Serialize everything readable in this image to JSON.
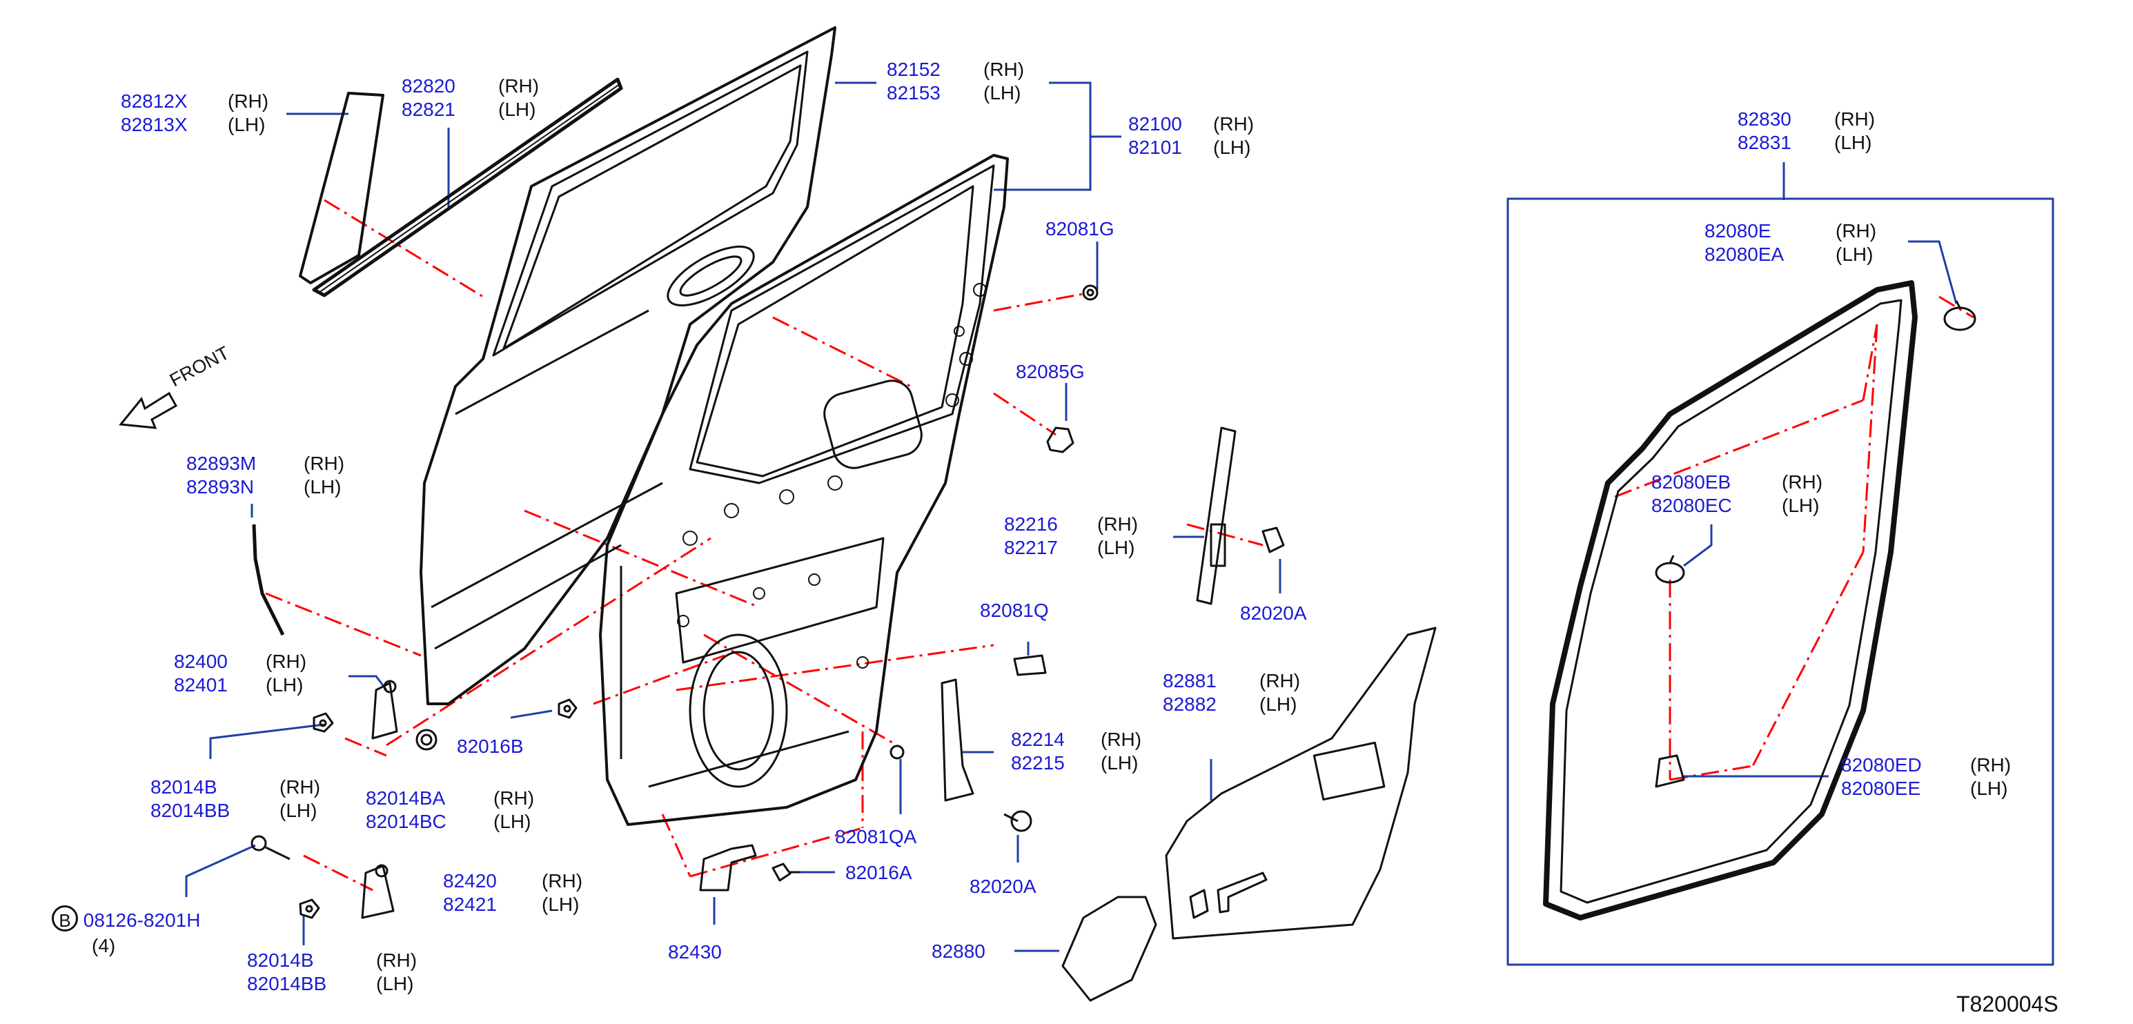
{
  "colors": {
    "part_number": "#1a1ad6",
    "side_text": "#111111",
    "leader_line": "#1f3fa8",
    "reference_line": "#ff0000",
    "outline": "#111111"
  },
  "front_label": "FRONT",
  "diagram_code": "T820004S",
  "callouts": [
    {
      "id": "weatherstrip-outer",
      "parts": [
        "82812X",
        "82813X"
      ],
      "sides": [
        "(RH)",
        "(LH)"
      ]
    },
    {
      "id": "sash-seal",
      "parts": [
        "82820",
        "82821"
      ],
      "sides": [
        "(RH)",
        "(LH)"
      ]
    },
    {
      "id": "door-sash",
      "parts": [
        "82152",
        "82153"
      ],
      "sides": [
        "(RH)",
        "(LH)"
      ]
    },
    {
      "id": "door-panel",
      "parts": [
        "82100",
        "82101"
      ],
      "sides": [
        "(RH)",
        "(LH)"
      ]
    },
    {
      "id": "plug-g",
      "parts": [
        "82081G"
      ],
      "sides": []
    },
    {
      "id": "bumper-rubber",
      "parts": [
        "82085G"
      ],
      "sides": []
    },
    {
      "id": "seal-lower",
      "parts": [
        "82893M",
        "82893N"
      ],
      "sides": [
        "(RH)",
        "(LH)"
      ]
    },
    {
      "id": "check-link",
      "parts": [
        "82216",
        "82217"
      ],
      "sides": [
        "(RH)",
        "(LH)"
      ]
    },
    {
      "id": "clip-a-upper",
      "parts": [
        "82020A"
      ],
      "sides": []
    },
    {
      "id": "plug-q",
      "parts": [
        "82081Q"
      ],
      "sides": []
    },
    {
      "id": "hinge-upper",
      "parts": [
        "82400",
        "82401"
      ],
      "sides": [
        "(RH)",
        "(LH)"
      ]
    },
    {
      "id": "nut-016b",
      "parts": [
        "82016B"
      ],
      "sides": []
    },
    {
      "id": "bolt-014b-upper",
      "parts": [
        "82014B",
        "82014BB"
      ],
      "sides": [
        "(RH)",
        "(LH)"
      ]
    },
    {
      "id": "bolt-014ba",
      "parts": [
        "82014BA",
        "82014BC"
      ],
      "sides": [
        "(RH)",
        "(LH)"
      ]
    },
    {
      "id": "reinforcement",
      "parts": [
        "82214",
        "82215"
      ],
      "sides": [
        "(RH)",
        "(LH)"
      ]
    },
    {
      "id": "plug-qa",
      "parts": [
        "82081QA"
      ],
      "sides": []
    },
    {
      "id": "clip-a-lower",
      "parts": [
        "82020A"
      ],
      "sides": []
    },
    {
      "id": "hinge-lower",
      "parts": [
        "82420",
        "82421"
      ],
      "sides": [
        "(RH)",
        "(LH)"
      ]
    },
    {
      "id": "bolt-b",
      "parts": [
        "08126-8201H"
      ],
      "sides": [],
      "marker": "B",
      "qty": "(4)"
    },
    {
      "id": "bolt-014b-lower",
      "parts": [
        "82014B",
        "82014BB"
      ],
      "sides": [
        "(RH)",
        "(LH)"
      ]
    },
    {
      "id": "screw-016a",
      "parts": [
        "82016A"
      ],
      "sides": []
    },
    {
      "id": "stopper",
      "parts": [
        "82430"
      ],
      "sides": []
    },
    {
      "id": "sealing-screen",
      "parts": [
        "82881",
        "82882"
      ],
      "sides": [
        "(RH)",
        "(LH)"
      ]
    },
    {
      "id": "seal-patch",
      "parts": [
        "82880"
      ],
      "sides": []
    },
    {
      "id": "weatherstrip",
      "parts": [
        "82830",
        "82831"
      ],
      "sides": [
        "(RH)",
        "(LH)"
      ]
    },
    {
      "id": "clip-e",
      "parts": [
        "82080E",
        "82080EA"
      ],
      "sides": [
        "(RH)",
        "(LH)"
      ]
    },
    {
      "id": "clip-eb",
      "parts": [
        "82080EB",
        "82080EC"
      ],
      "sides": [
        "(RH)",
        "(LH)"
      ]
    },
    {
      "id": "clip-ed",
      "parts": [
        "82080ED",
        "82080EE"
      ],
      "sides": [
        "(RH)",
        "(LH)"
      ]
    }
  ]
}
